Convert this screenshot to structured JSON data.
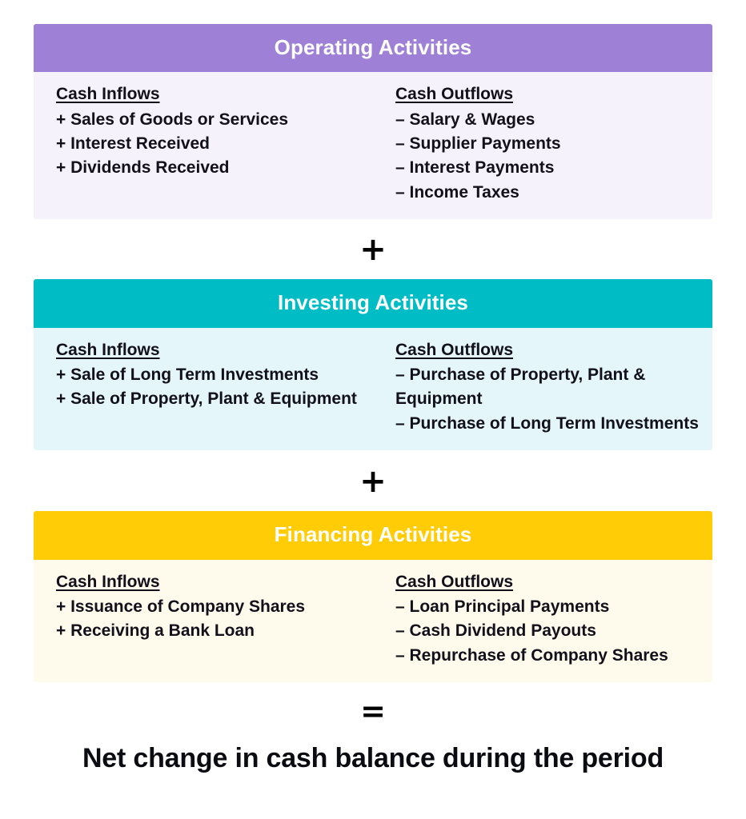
{
  "diagram": {
    "title_total": "Net change in cash balance during the period",
    "operators": {
      "plus": "+",
      "equals": "="
    },
    "sections": [
      {
        "name": "operating-activities",
        "header": "Operating Activities",
        "header_color": "#9E80D6",
        "body_color": "#F5F2FB",
        "inflows": {
          "title": "Cash Inflows",
          "items": [
            "+ Sales of Goods or Services",
            "+ Interest Received",
            "+ Dividends Received"
          ]
        },
        "outflows": {
          "title": "Cash Outflows",
          "items": [
            "– Salary & Wages",
            "– Supplier Payments",
            "– Interest Payments",
            "– Income Taxes"
          ]
        }
      },
      {
        "name": "investing-activities",
        "header": "Investing Activities",
        "header_color": "#00BCC4",
        "body_color": "#E4F6F9",
        "inflows": {
          "title": "Cash Inflows",
          "items": [
            "+ Sale of Long Term Investments",
            "+ Sale of Property, Plant & Equipment"
          ]
        },
        "outflows": {
          "title": "Cash Outflows",
          "items": [
            "– Purchase of Property, Plant & Equipment",
            "– Purchase of Long Term Investments"
          ]
        }
      },
      {
        "name": "financing-activities",
        "header": "Financing Activities",
        "header_color": "#FFCC05",
        "body_color": "#FFFBEC",
        "inflows": {
          "title": "Cash Inflows",
          "items": [
            "+ Issuance of Company Shares",
            "+ Receiving a Bank Loan"
          ]
        },
        "outflows": {
          "title": "Cash Outflows",
          "items": [
            "– Loan Principal Payments",
            "– Cash Dividend Payouts",
            "– Repurchase of Company Shares"
          ]
        }
      }
    ]
  }
}
